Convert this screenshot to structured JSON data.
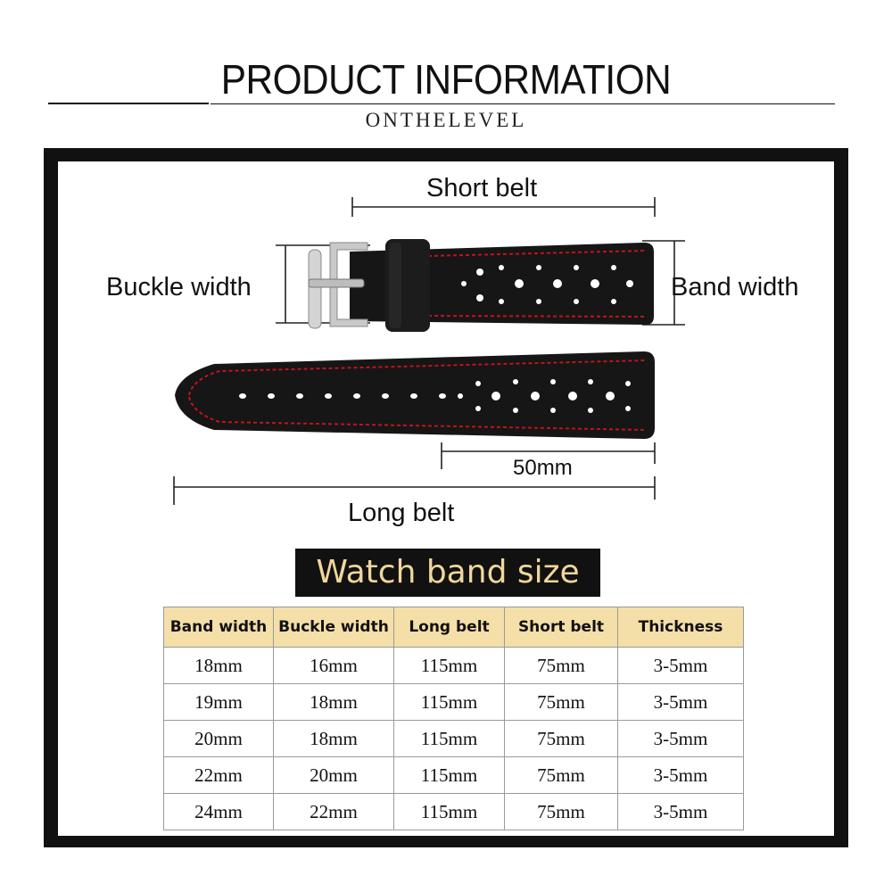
{
  "header": {
    "title": "PRODUCT INFORMATION",
    "subtitle": "ONTHELEVEL"
  },
  "diagram": {
    "short_belt_label": "Short belt",
    "buckle_width_label": "Buckle width",
    "band_width_label": "Band width",
    "hole_distance_label": "50mm",
    "long_belt_label": "Long belt"
  },
  "size_table": {
    "title": "Watch band size",
    "columns": [
      "Band width",
      "Buckle width",
      "Long belt",
      "Short belt",
      "Thickness"
    ],
    "rows": [
      [
        "18mm",
        "16mm",
        "115mm",
        "75mm",
        "3-5mm"
      ],
      [
        "19mm",
        "18mm",
        "115mm",
        "75mm",
        "3-5mm"
      ],
      [
        "20mm",
        "18mm",
        "115mm",
        "75mm",
        "3-5mm"
      ],
      [
        "22mm",
        "20mm",
        "115mm",
        "75mm",
        "3-5mm"
      ],
      [
        "24mm",
        "22mm",
        "115mm",
        "75mm",
        "3-5mm"
      ]
    ]
  },
  "colors": {
    "frame": "#111111",
    "leather": "#161616",
    "stitching": "#c0141b",
    "table_header": "#f5dfa8",
    "size_title_text": "#f0d79a"
  }
}
